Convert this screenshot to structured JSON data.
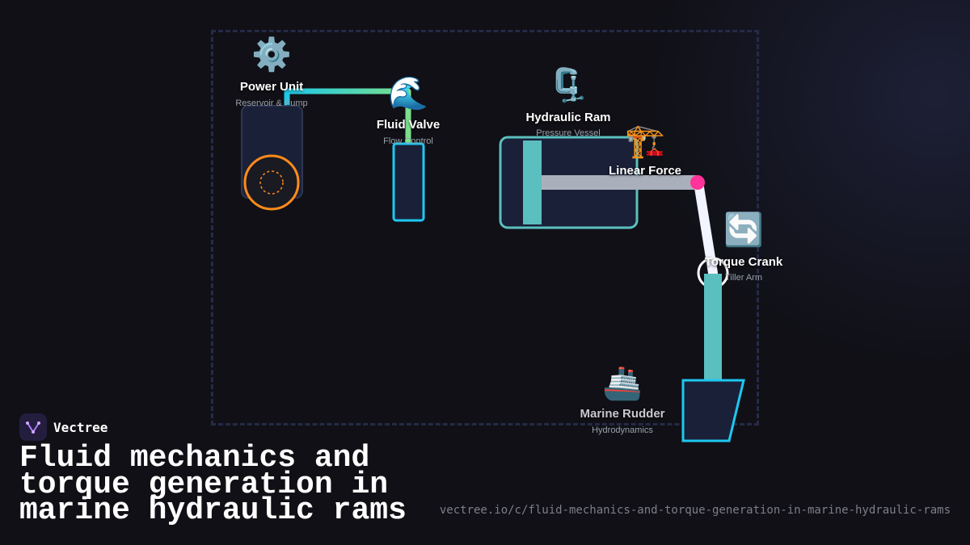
{
  "diagram": {
    "components": [
      {
        "id": "power-unit",
        "icon": "gear-icon",
        "emoji": "⚙️",
        "label": "Power Unit",
        "sublabel": "Reservoir & Pump"
      },
      {
        "id": "fluid-valve",
        "icon": "wave-icon",
        "emoji": "🌊",
        "label": "Fluid Valve",
        "sublabel": "Flow Control"
      },
      {
        "id": "hydraulic-ram",
        "icon": "clamp-icon",
        "emoji": "🗜️",
        "label": "Hydraulic Ram",
        "sublabel": "Pressure Vessel"
      },
      {
        "id": "linear-force",
        "icon": "crane-icon",
        "emoji": "🏗️",
        "label": "Linear Force",
        "sublabel": ""
      },
      {
        "id": "torque-crank",
        "icon": "rotate-icon",
        "emoji": "🔄",
        "label": "Torque Crank",
        "sublabel": "Tiller Arm"
      },
      {
        "id": "marine-rudder",
        "icon": "ship-icon",
        "emoji": "🚢",
        "label": "Marine Rudder",
        "sublabel": "Hydrodynamics"
      }
    ],
    "colors": {
      "pipe_start": "#1ec8e6",
      "pipe_end": "#7be08a",
      "pump_ring": "#ff8c1a",
      "valve_outline": "#1ec8f0",
      "ram_outline": "#5bbfbf",
      "piston": "#5bbfbf",
      "rod": "#a9b0bb",
      "joint": "#ff3399",
      "tiller": "#f2f4ff",
      "shaft": "#5bbfbf",
      "rudder_outline": "#1ec8f0",
      "frame_dash": "#252a48"
    }
  },
  "brand": {
    "name": "Vectree",
    "logo_icon": "vectree-logo-icon"
  },
  "title": "Fluid mechanics and torque generation in marine hydraulic rams",
  "url": "vectree.io/c/fluid-mechanics-and-torque-generation-in-marine-hydraulic-rams"
}
